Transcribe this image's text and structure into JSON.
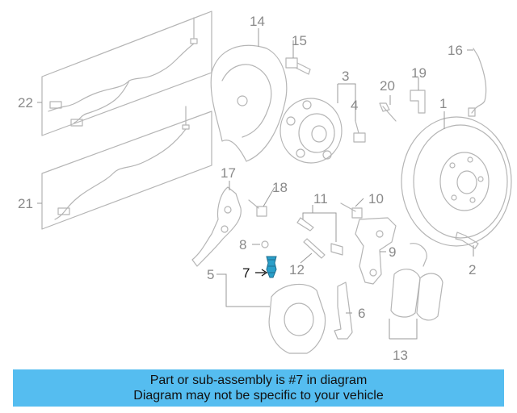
{
  "diagram": {
    "callouts": [
      "1",
      "2",
      "3",
      "4",
      "5",
      "6",
      "7",
      "8",
      "9",
      "10",
      "11",
      "12",
      "13",
      "14",
      "15",
      "16",
      "17",
      "18",
      "19",
      "20",
      "21",
      "22"
    ],
    "highlighted_callout": "7",
    "colors": {
      "part_line": "#b5b5b5",
      "leader_line": "#9a9a9a",
      "highlight_part": "#2a9fc9",
      "banner_bg": "#55bdf0"
    }
  },
  "banner": {
    "line1": "Part or sub-assembly is #7 in diagram",
    "line2": "Diagram may not be specific to your vehicle"
  }
}
